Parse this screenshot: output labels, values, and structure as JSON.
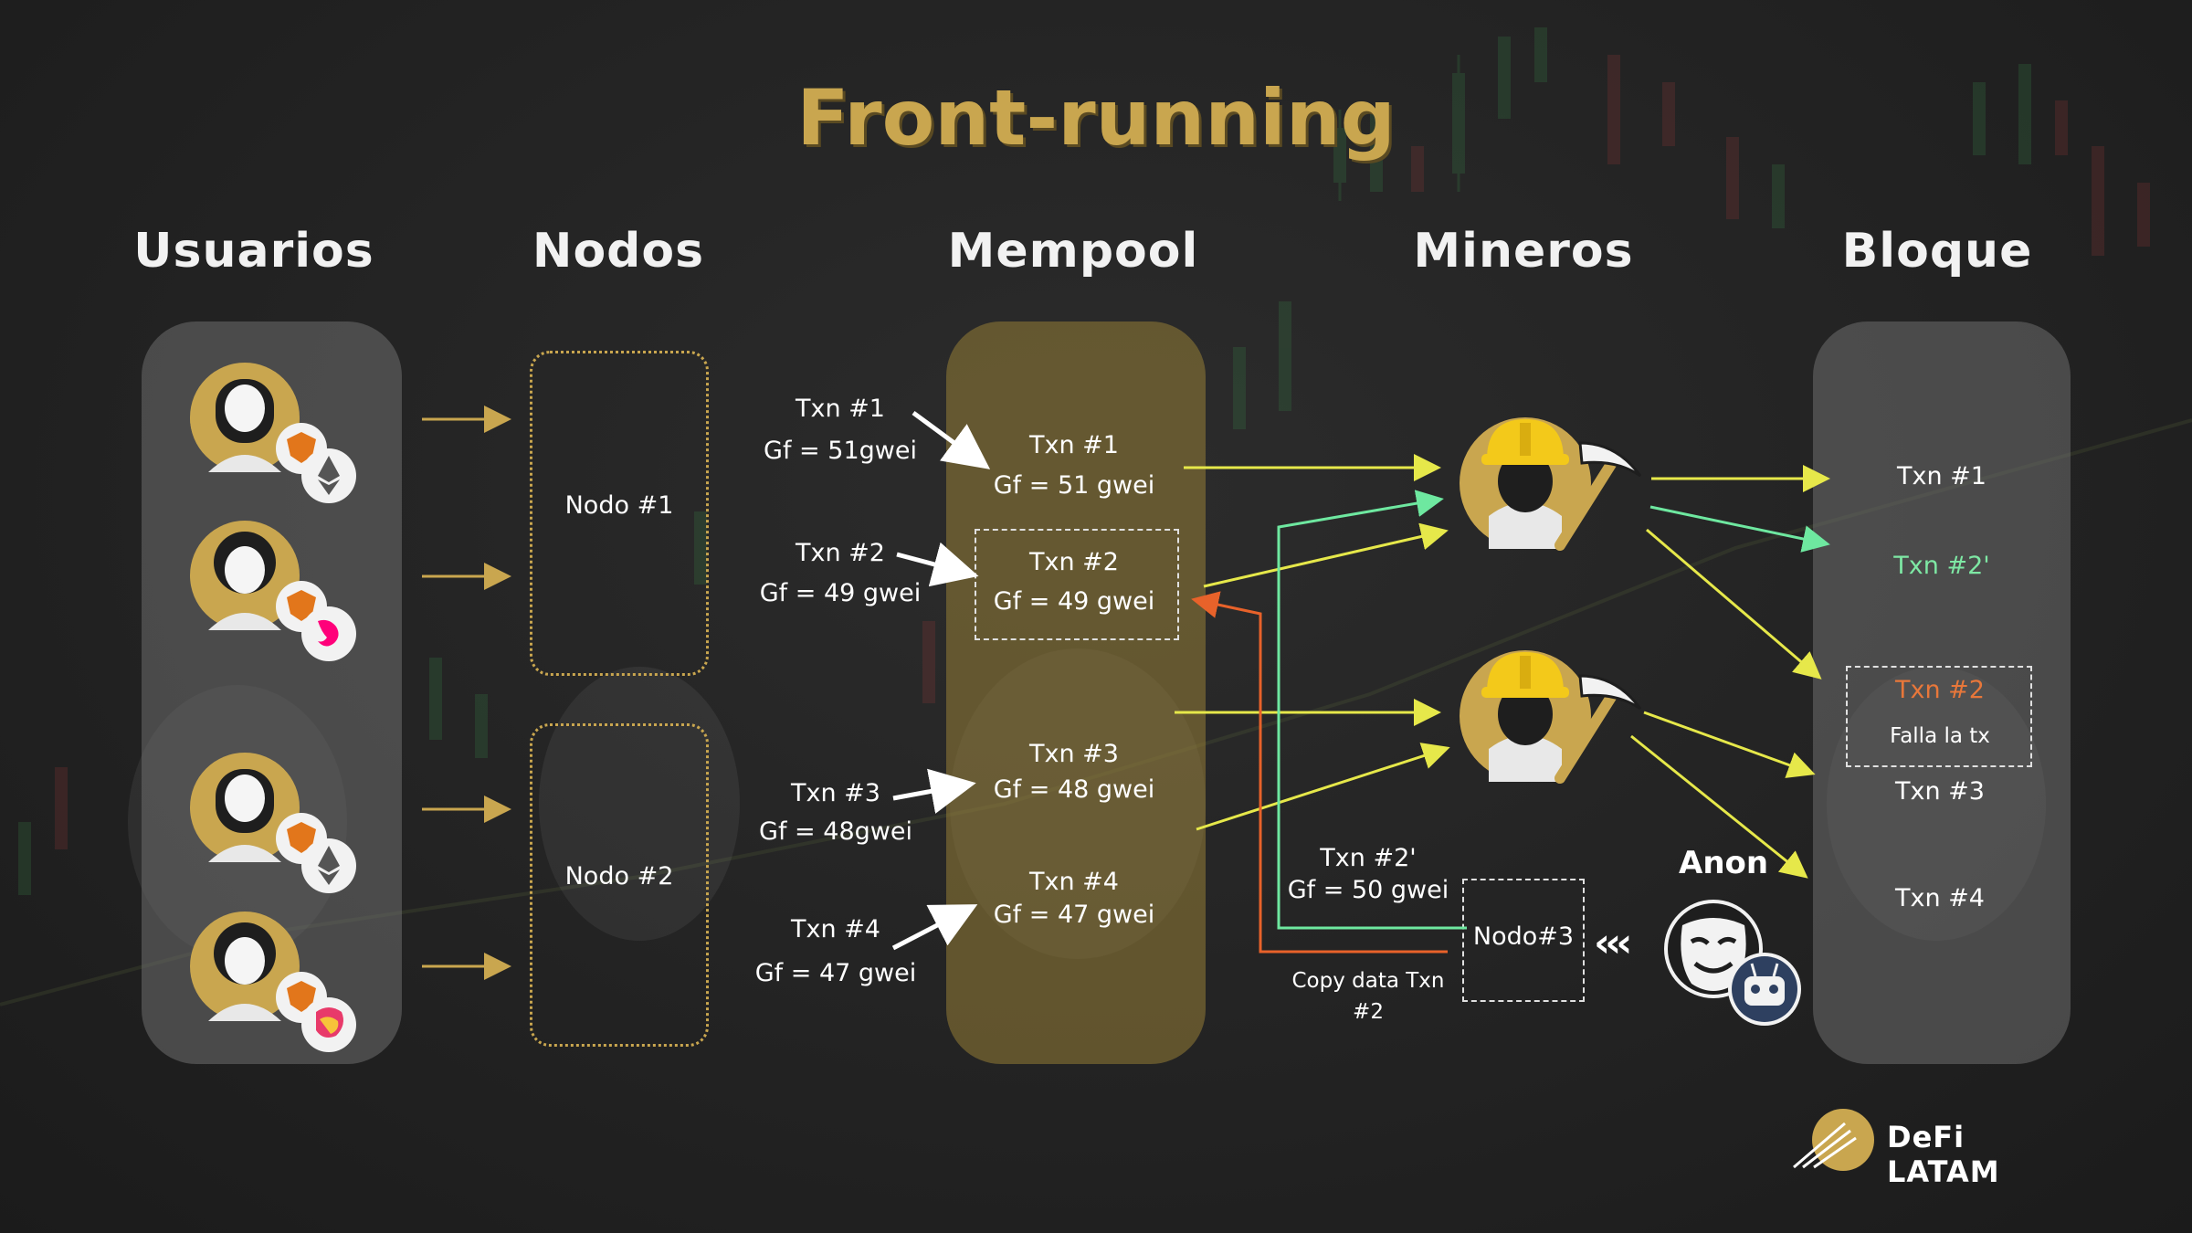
{
  "title": "Front-running",
  "columns": [
    "Usuarios",
    "Nodos",
    "Mempool",
    "Mineros",
    "Bloque"
  ],
  "nodes": [
    "Nodo #1",
    "Nodo #2"
  ],
  "incoming_txns": [
    {
      "txn": "Txn #1",
      "gf": "Gf = 51gwei"
    },
    {
      "txn": "Txn #2",
      "gf": "Gf = 49 gwei"
    },
    {
      "txn": "Txn #3",
      "gf": "Gf = 48gwei"
    },
    {
      "txn": "Txn #4",
      "gf": "Gf = 47 gwei"
    }
  ],
  "mempool_txns": [
    {
      "txn": "Txn #1",
      "gf": "Gf = 51 gwei"
    },
    {
      "txn": "Txn #2",
      "gf": "Gf = 49 gwei"
    },
    {
      "txn": "Txn #3",
      "gf": "Gf = 48 gwei"
    },
    {
      "txn": "Txn #4",
      "gf": "Gf = 47 gwei"
    }
  ],
  "attacker": {
    "txn": "Txn #2'",
    "gf": "Gf = 50 gwei",
    "copy_note": "Copy data Txn #2",
    "node": "Nodo#3",
    "name": "Anon"
  },
  "block": {
    "txn1": "Txn #1",
    "txn2_front": "Txn #2'",
    "txn2_failed": "Txn #2",
    "failed_note": "Falla la tx",
    "txn3": "Txn #3",
    "txn4": "Txn #4"
  },
  "brand": "DeFi LATAM",
  "colors": {
    "gold": "#c9a64f",
    "yellow_arrow": "#e6e84a",
    "green_arrow": "#6ee8a0",
    "orange_arrow": "#e8622a",
    "failed_text": "#e8773a",
    "front_text": "#7ee8a4"
  },
  "icons": {
    "user_avatar": "user-avatar-icon",
    "wallet": "metamask-fox-icon",
    "ethereum": "ethereum-icon",
    "uniswap": "uniswap-icon",
    "pancake": "dapp-icon",
    "miner": "miner-hardhat-icon",
    "pickaxe": "pickaxe-icon",
    "mask": "anonymous-mask-icon",
    "bot": "robot-icon",
    "logo": "defi-latam-logo-icon"
  }
}
